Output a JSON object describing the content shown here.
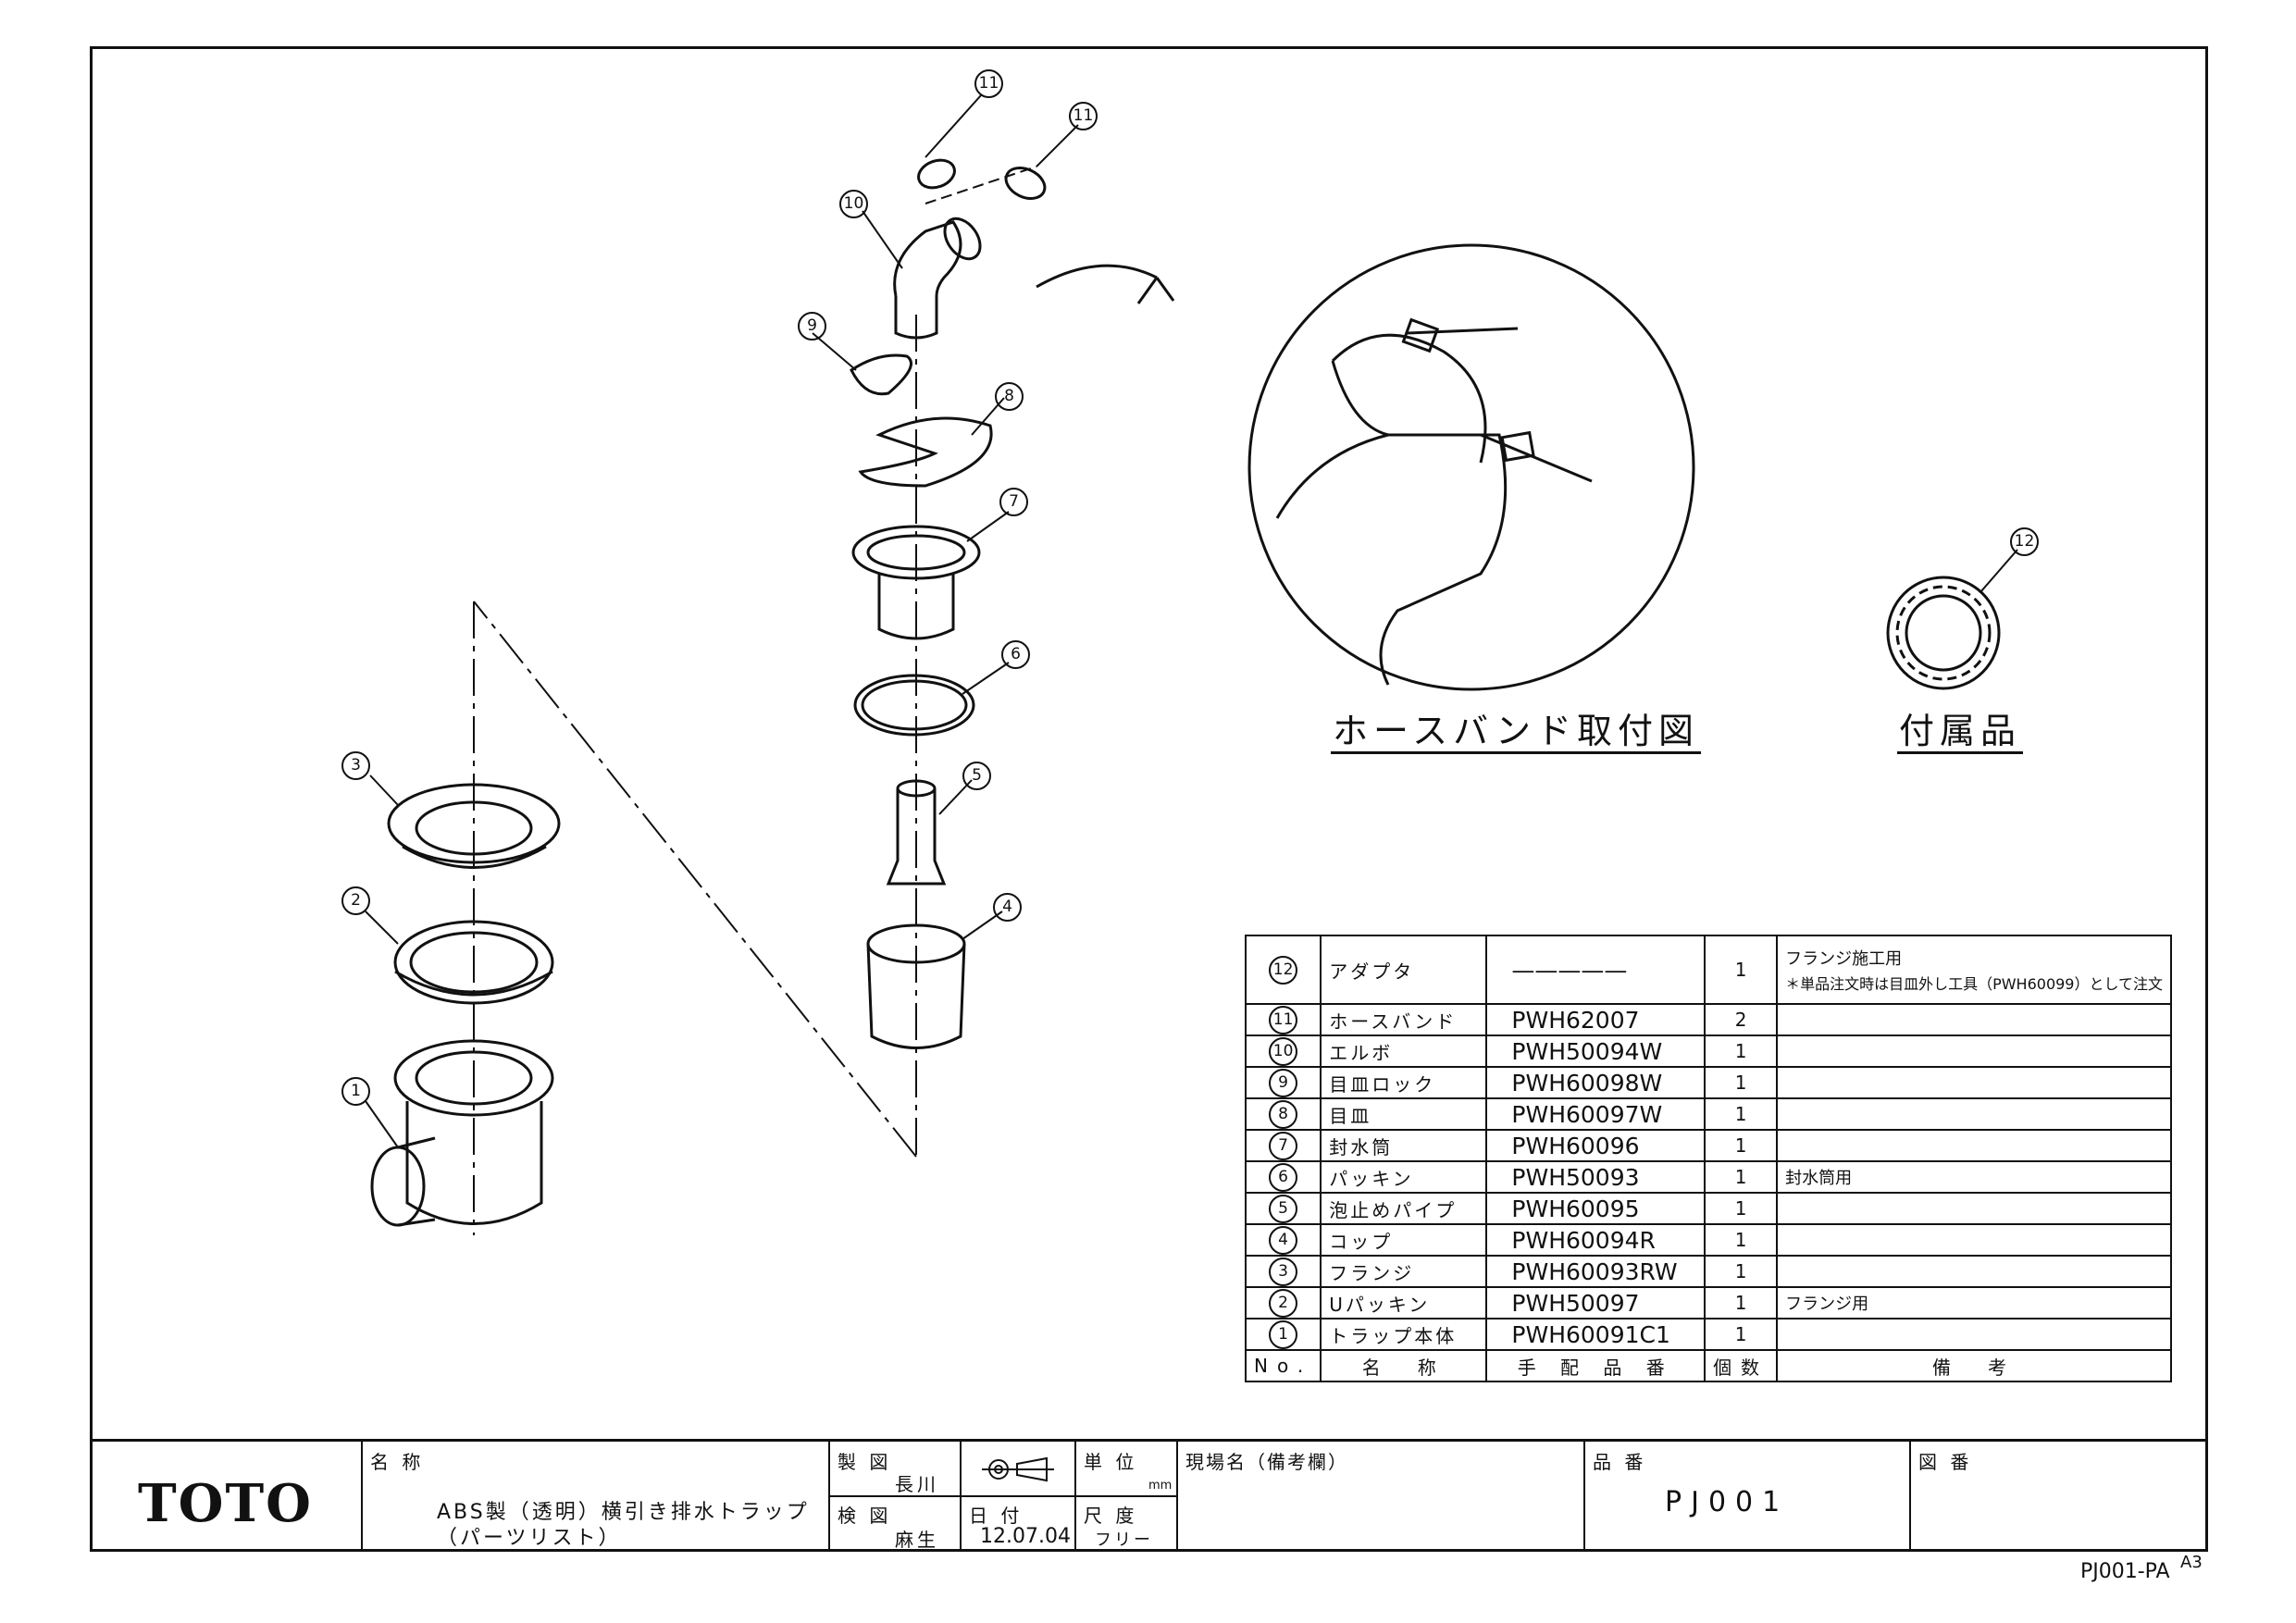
{
  "drawing": {
    "callouts": [
      "11",
      "11",
      "10",
      "9",
      "8",
      "7",
      "6",
      "5",
      "4",
      "3",
      "2",
      "1",
      "12"
    ],
    "hose_band_title": "ホースバンド取付図",
    "accessory_title": "付属品"
  },
  "parts_table": {
    "rows": [
      {
        "no": "12",
        "name": "アダプタ",
        "part": "—————",
        "qty": "1",
        "remark": "フランジ施工用",
        "remark2": "＊単品注文時は目皿外し工具（PWH60099）として注文"
      },
      {
        "no": "11",
        "name": "ホースバンド",
        "part": "PWH62007",
        "qty": "2",
        "remark": ""
      },
      {
        "no": "10",
        "name": "エルボ",
        "part": "PWH50094W",
        "qty": "1",
        "remark": ""
      },
      {
        "no": "9",
        "name": "目皿ロック",
        "part": "PWH60098W",
        "qty": "1",
        "remark": ""
      },
      {
        "no": "8",
        "name": "目皿",
        "part": "PWH60097W",
        "qty": "1",
        "remark": ""
      },
      {
        "no": "7",
        "name": "封水筒",
        "part": "PWH60096",
        "qty": "1",
        "remark": ""
      },
      {
        "no": "6",
        "name": "パッキン",
        "part": "PWH50093",
        "qty": "1",
        "remark": "封水筒用"
      },
      {
        "no": "5",
        "name": "泡止めパイプ",
        "part": "PWH60095",
        "qty": "1",
        "remark": ""
      },
      {
        "no": "4",
        "name": "コップ",
        "part": "PWH60094R",
        "qty": "1",
        "remark": ""
      },
      {
        "no": "3",
        "name": "フランジ",
        "part": "PWH60093RW",
        "qty": "1",
        "remark": ""
      },
      {
        "no": "2",
        "name": "Uパッキン",
        "part": "PWH50097",
        "qty": "1",
        "remark": "フランジ用"
      },
      {
        "no": "1",
        "name": "トラップ本体",
        "part": "PWH60091C1",
        "qty": "1",
        "remark": ""
      }
    ],
    "header": {
      "no": "No.",
      "name": "名　称",
      "part": "手 配 品 番",
      "qty": "個数",
      "remark": "備　考"
    }
  },
  "title_block": {
    "logo": "TOTO",
    "name_label": "名 称",
    "name_line1": "ABS製（透明）横引き排水トラップ",
    "name_line2": "（パーツリスト）",
    "drawn_label": "製 図",
    "drawn_by": "長川",
    "checked_label": "検 図",
    "checked_by": "麻生",
    "date_label": "日 付",
    "date": "12.07.04",
    "unit_label": "単 位",
    "unit": "mm",
    "scale_label": "尺 度",
    "scale": "フリー",
    "site_label": "現場名（備考欄）",
    "product_label": "品 番",
    "product_code": "PJ001",
    "drawing_no_label": "図 番"
  },
  "footer": {
    "code": "PJ001-PA",
    "size": "A3"
  }
}
